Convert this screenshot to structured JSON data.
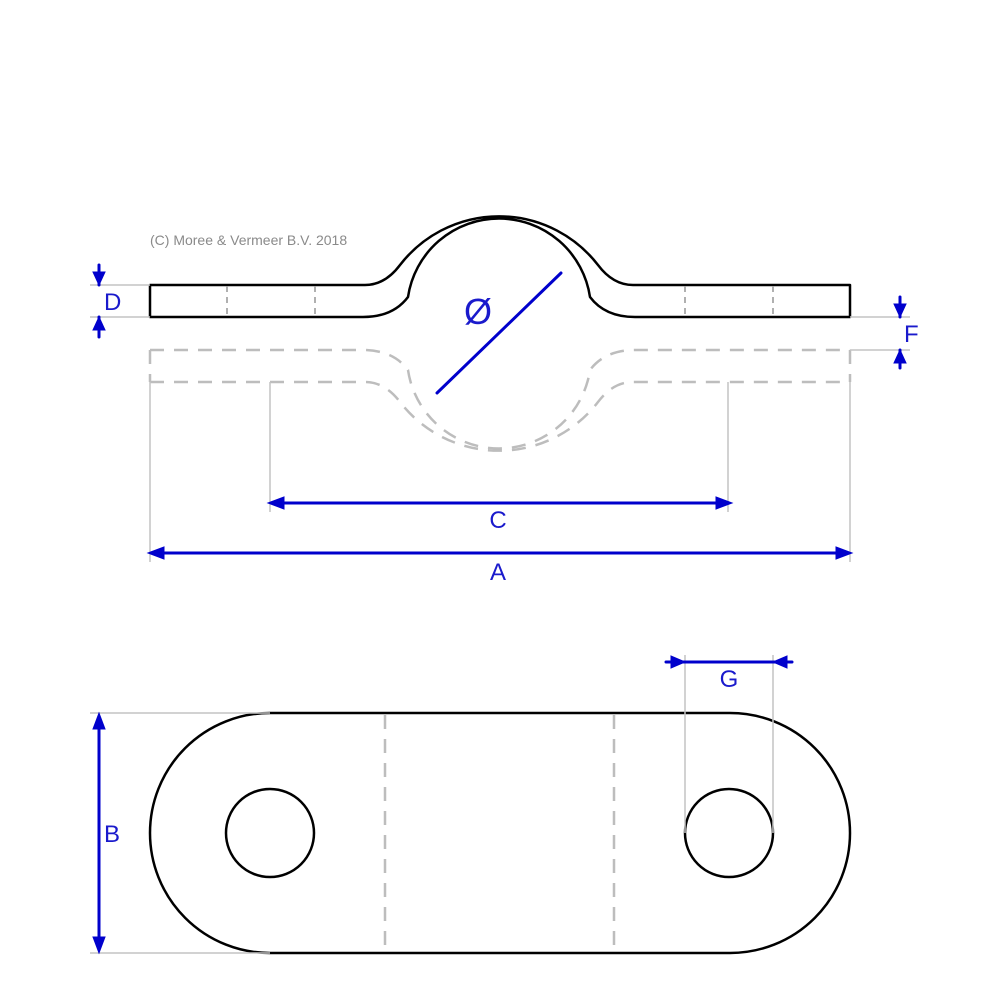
{
  "copyright": "(C) Moree & Vermeer B.V. 2018",
  "labels": {
    "a": "A",
    "b": "B",
    "c": "C",
    "d": "D",
    "f": "F",
    "g": "G",
    "diameter": "Ø"
  },
  "colors": {
    "outline": "#000000",
    "dimension": "#0000cc",
    "hidden": "#bdbdbd",
    "extension": "#c4c4c4"
  }
}
